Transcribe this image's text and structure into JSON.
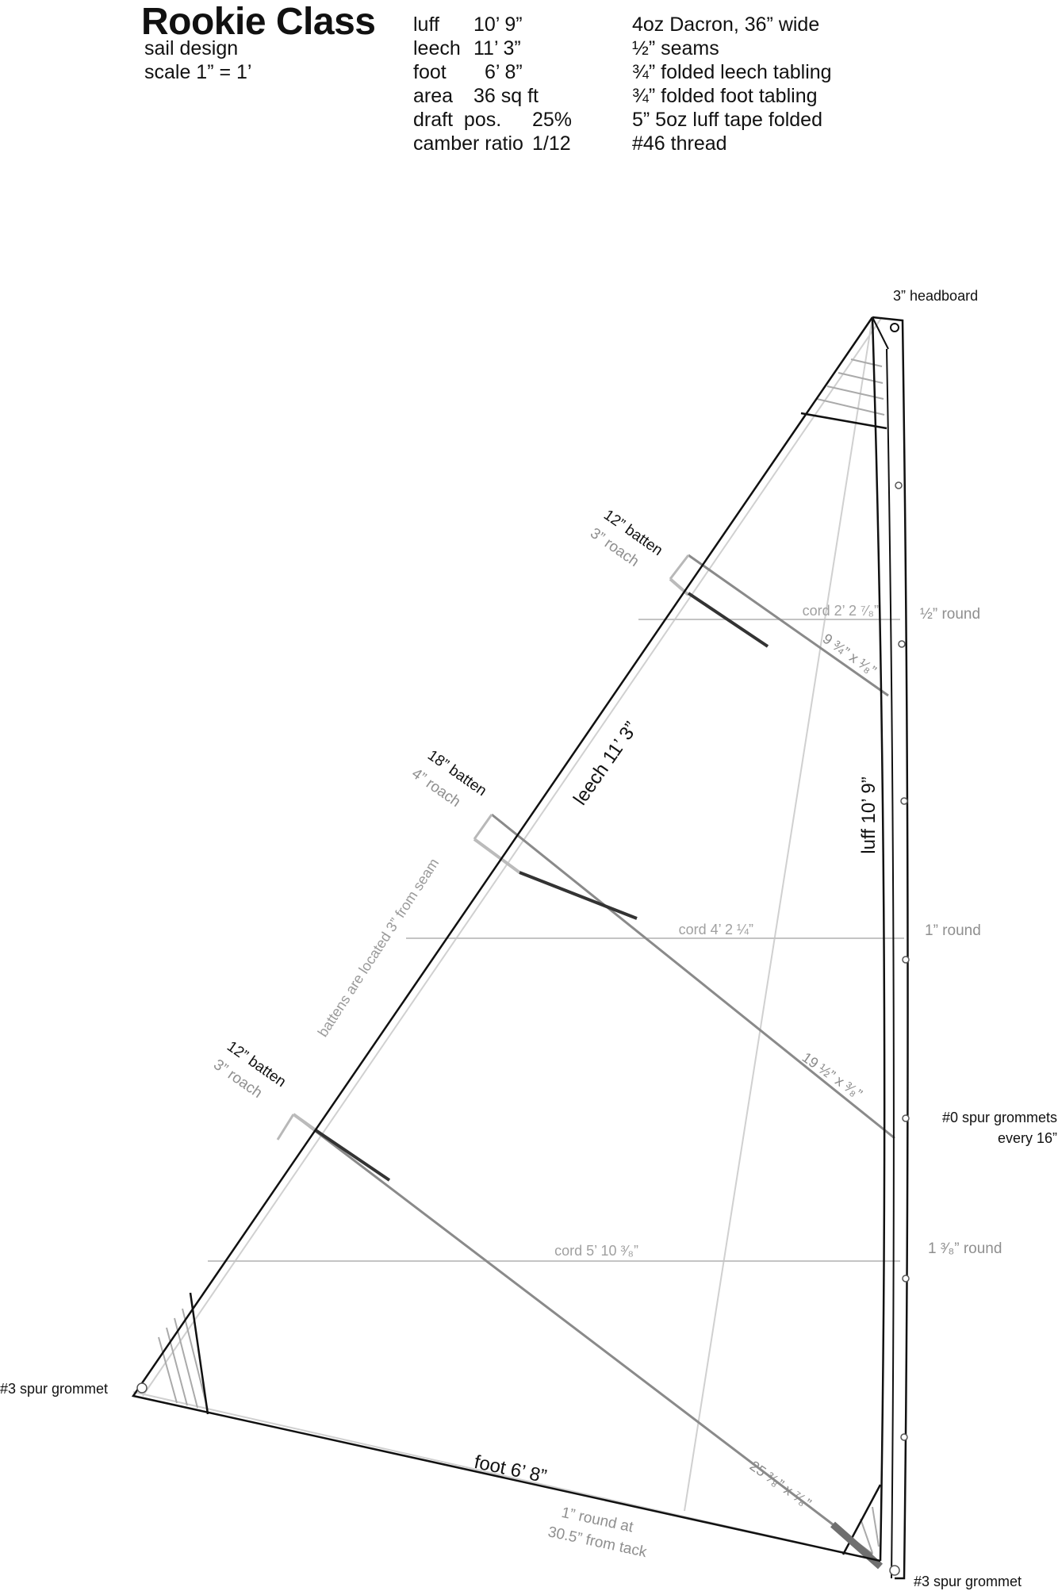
{
  "title": "Rookie Class",
  "subtitle_lines": [
    "sail design",
    "scale 1” = 1’"
  ],
  "specs": [
    {
      "label": "luff",
      "value": "10’ 9”"
    },
    {
      "label": "leech",
      "value": "11’ 3”"
    },
    {
      "label": "foot",
      "value": "6’ 8”"
    },
    {
      "label": "area",
      "value": "36 sq ft"
    },
    {
      "label": "draft  pos.",
      "value": "25%"
    },
    {
      "label": "camber ratio",
      "value": "1/12"
    }
  ],
  "materials": [
    "4oz Dacron, 36” wide",
    "½” seams",
    "¾” folded leech tabling",
    "¾” folded foot tabling",
    "5” 5oz luff tape folded",
    "#46 thread"
  ],
  "diagram": {
    "headboard_label": "3” headboard",
    "tack_grommet_label": "#3 spur grommet",
    "clew_grommet_label": "#3 spur grommet",
    "luff_grommets_label_1": "#0 spur grommets",
    "luff_grommets_label_2": "every 16”",
    "luff_label": "luff 10’ 9”",
    "leech_label": "leech 11’ 3”",
    "foot_label": "foot 6’ 8”",
    "foot_round_1": "1” round at",
    "foot_round_2": "30.5” from tack",
    "batten_note": "battens are located 3” from seam",
    "round_top": "½” round",
    "round_mid": "1” round",
    "round_low": "1 ³⁄₈” round",
    "cord_top": "cord 2’ 2 ⁷⁄₈”",
    "cord_mid": "cord 4’ 2 ¼”",
    "cord_low": "cord 5’ 10 ³⁄₈”",
    "batten_top_label": "12” batten",
    "batten_top_roach": "3” roach",
    "batten_mid_label": "18” batten",
    "batten_mid_roach": "4” roach",
    "batten_low_label": "12” batten",
    "batten_low_roach": "3” roach",
    "seam_top": "9 ¾” x ¹⁄₈”",
    "seam_mid": "19 ½” x ³⁄₈”",
    "seam_low": "25 ³⁄₈” x ⁷⁄₈”"
  },
  "colors": {
    "outline": "#111111",
    "light": "#c8c8c8",
    "mid": "#8a8a8a",
    "dark": "#333333",
    "label_grey": "#8f8f8f"
  }
}
